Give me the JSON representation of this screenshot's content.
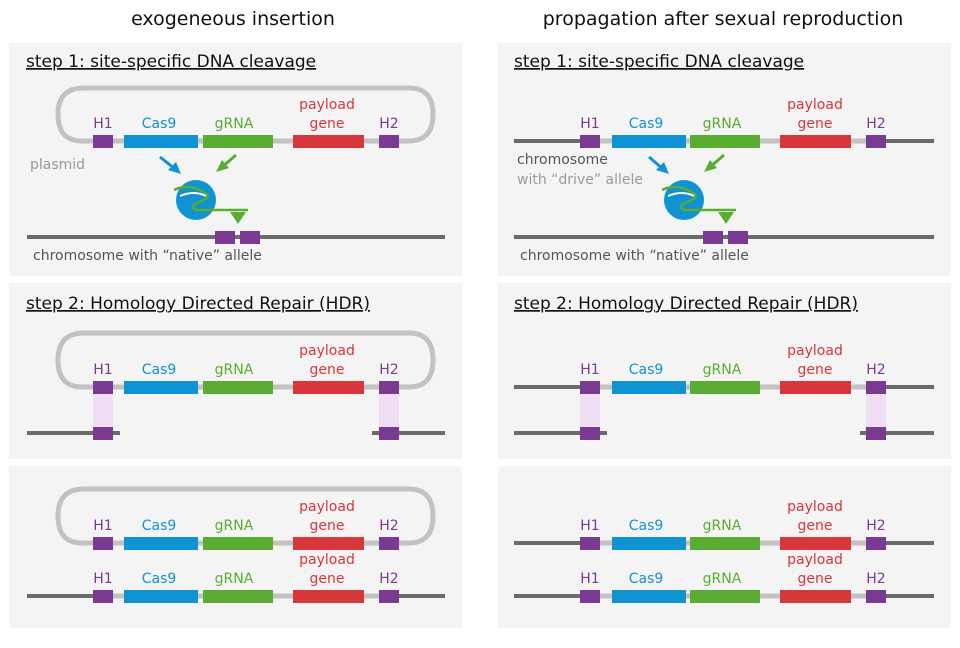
{
  "columns": {
    "left_title": "exogeneous insertion",
    "right_title": "propagation after sexual reproduction"
  },
  "steps": {
    "step1": "step 1: site-specific DNA cleavage",
    "step2": "step 2: Homology Directed Repair (HDR)"
  },
  "labels": {
    "h1": "H1",
    "cas9": "Cas9",
    "grna": "gRNA",
    "payload_line1": "payload",
    "payload_line2": "gene",
    "h2": "H2",
    "plasmid": "plasmid",
    "chromosome_native": "chromosome with “native” allele",
    "chromosome": "chromosome",
    "with_drive": "with “drive” allele"
  },
  "colors": {
    "panel_bg": "#f4f4f4",
    "backbone_light": "#c2c2c2",
    "chromosome": "#6b6b6b",
    "homology": "#7b3a91",
    "homology_link": "#f0def4",
    "cas9": "#0f93d2",
    "grna": "#5aac33",
    "payload": "#d7373a",
    "note_gray": "#9a9a9a"
  }
}
